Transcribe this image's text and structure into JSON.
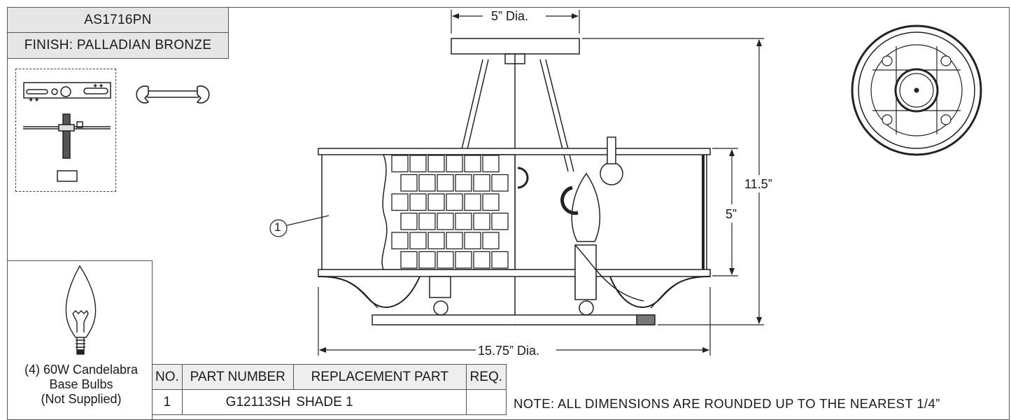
{
  "header": {
    "model": "AS1716PN",
    "finish": "FINISH: PALLADIAN BRONZE"
  },
  "dimensions": {
    "top_dia": "5” Dia.",
    "height": "11.5”",
    "shade_height": "5”",
    "width_dia": "15.75” Dia."
  },
  "callout": {
    "number": "1"
  },
  "bulb": {
    "line1": "(4) 60W Candelabra",
    "line2": "Base Bulbs",
    "line3": "(Not Supplied)"
  },
  "parts_table": {
    "headers": [
      "NO.",
      "PART NUMBER",
      "REPLACEMENT PART",
      "REQ."
    ],
    "rows": [
      {
        "no": "1",
        "part_number": "G12113SH",
        "replacement_part": "SHADE 1",
        "req": ""
      }
    ]
  },
  "note": "NOTE: ALL DIMENSIONS ARE ROUNDED UP TO THE NEAREST 1/4”",
  "icons": [
    "hardware-kit-icon",
    "wrench-icon",
    "candelabra-bulb-icon",
    "canopy-top-view-icon"
  ]
}
